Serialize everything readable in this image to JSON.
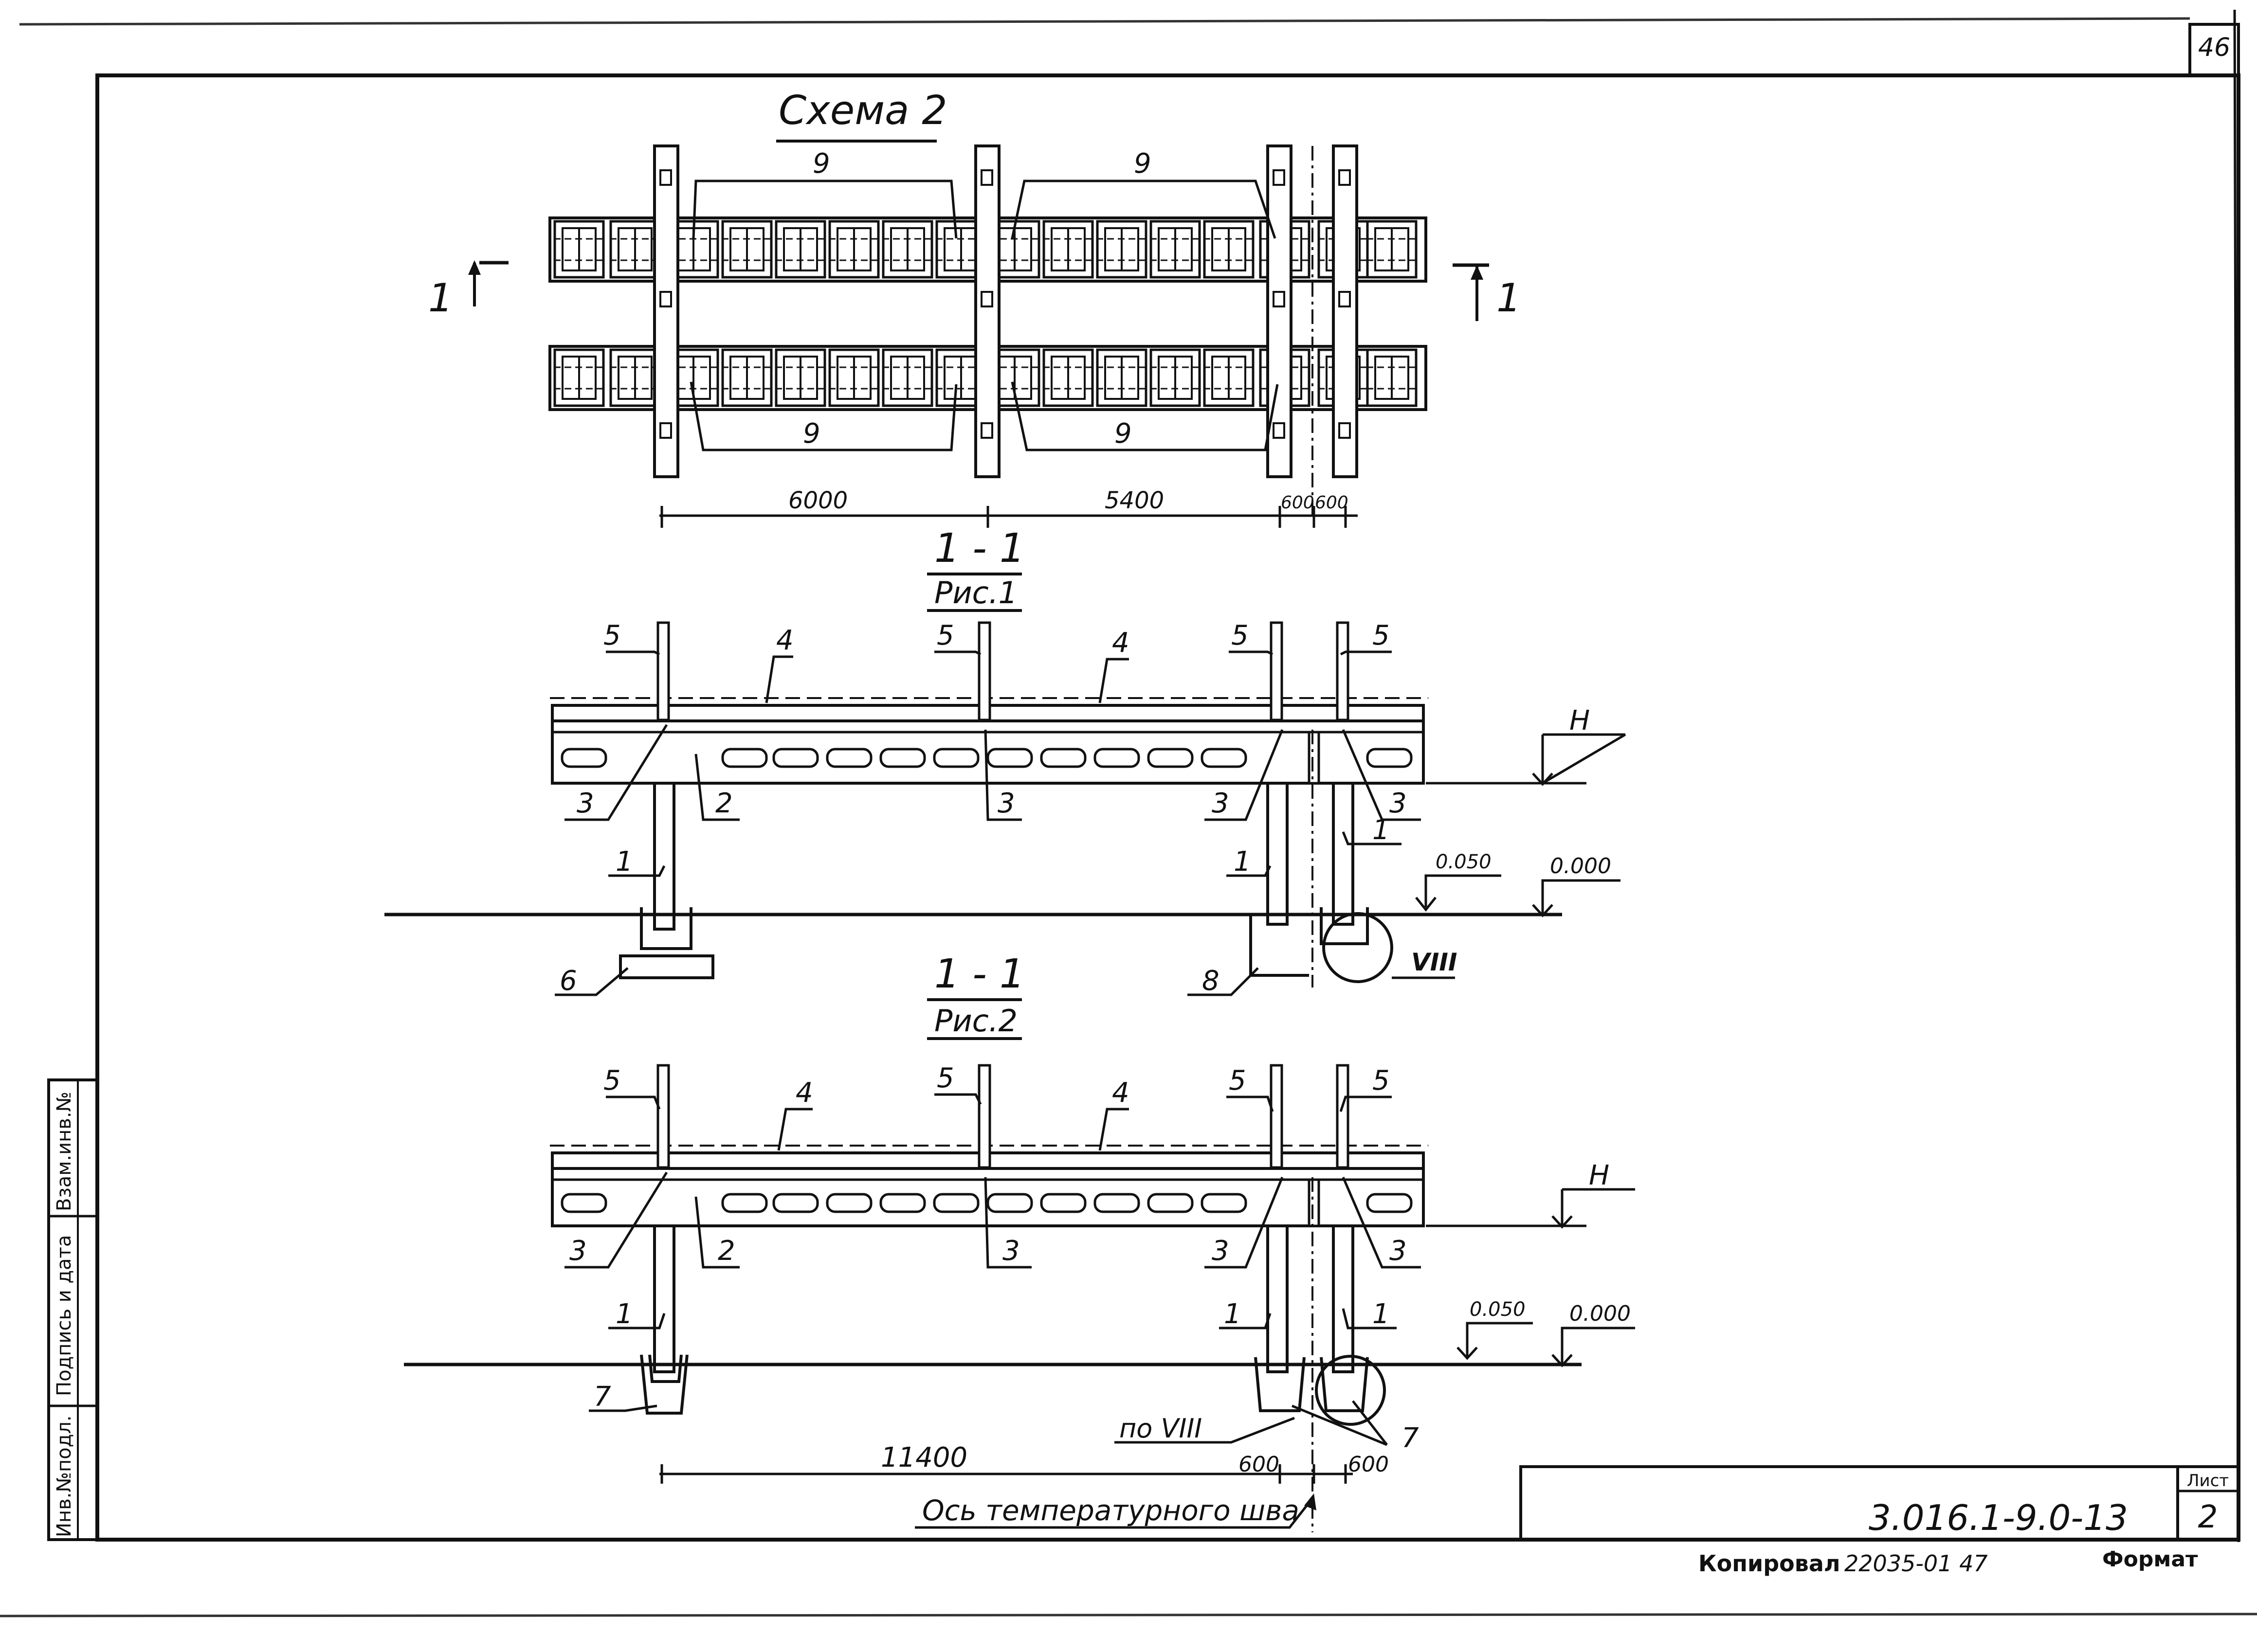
{
  "sheet": {
    "page_number": "46",
    "stamp_label": "Лист",
    "stamp_value": "2",
    "designation": "3.016.1-9.0-13",
    "copied_label": "Копировал",
    "copied_code": "22035-01 47",
    "format_label": "Формат"
  },
  "side_stamp": {
    "inv_no": "Инв.№подл.",
    "sign_date": "Подпись и дата",
    "replace_inv": "Взам.инв.№"
  },
  "schema": {
    "title": "Схема 2",
    "callout": "9",
    "section_mark": "1",
    "dims": [
      "6000",
      "5400",
      "600",
      "600"
    ]
  },
  "fig1": {
    "title": "1 - 1",
    "subtitle": "Рис.1",
    "marks": {
      "m1": "1",
      "m2": "2",
      "m3": "3",
      "m4": "4",
      "m5": "5",
      "m6": "6",
      "m8": "8"
    },
    "level_h": "Н",
    "level_050": "0.050",
    "level_000": "0.000",
    "detail": "VIII"
  },
  "fig2": {
    "title": "1 - 1",
    "subtitle": "Рис.2",
    "marks": {
      "m1": "1",
      "m2": "2",
      "m3": "3",
      "m4": "4",
      "m5": "5",
      "m7": "7"
    },
    "level_h": "Н",
    "level_050": "0.050",
    "level_000": "0.000",
    "detail_ref": "по VIII",
    "dims": [
      "11400",
      "600",
      "600"
    ],
    "axis_note": "Ось температурного шва"
  }
}
